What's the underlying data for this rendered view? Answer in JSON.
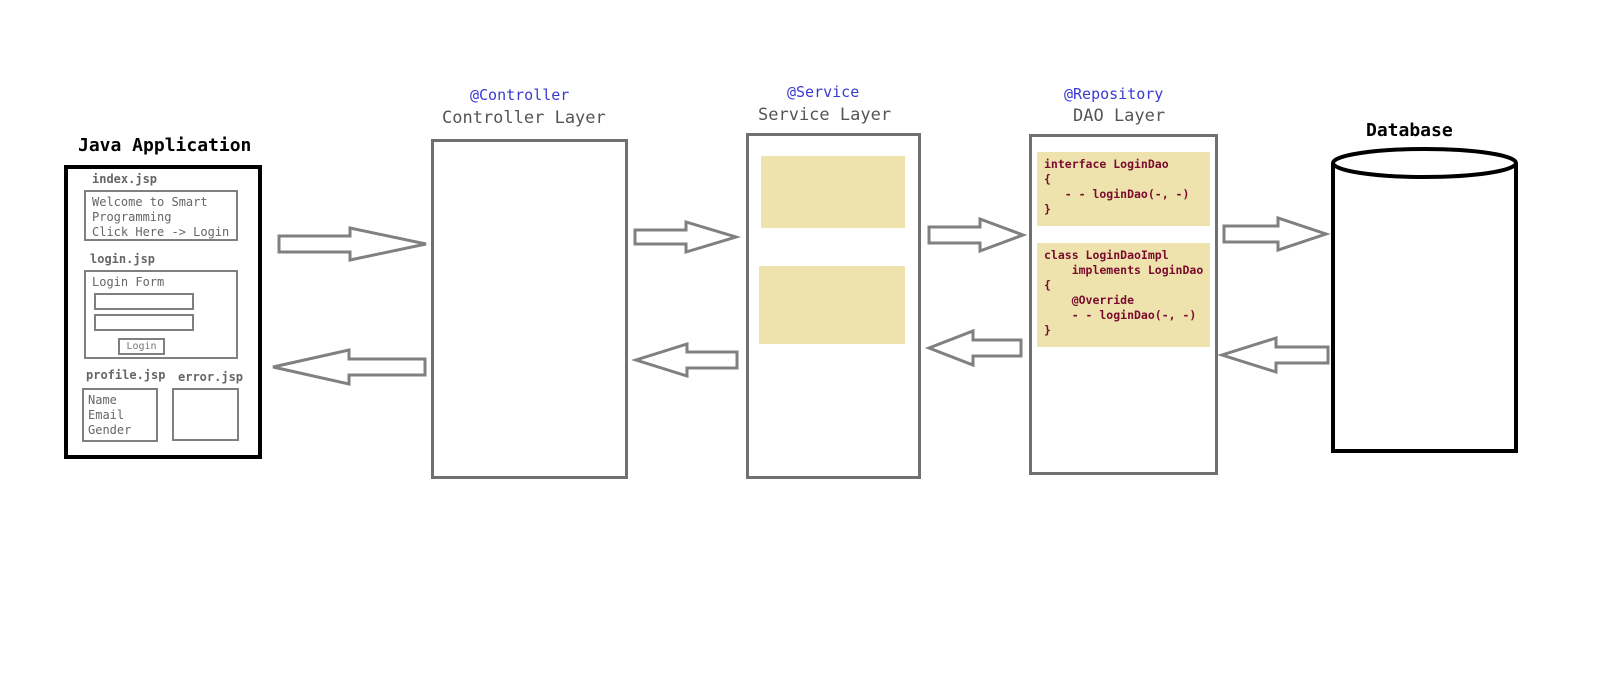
{
  "java_app": {
    "title": "Java Application",
    "index_label": "index.jsp",
    "index_lines": [
      "Welcome to Smart",
      "Programming",
      "Click Here -> Login"
    ],
    "login_label": "login.jsp",
    "login_form_title": "Login Form",
    "login_button": "Login",
    "profile_label": "profile.jsp",
    "profile_lines": [
      "Name",
      "Email",
      "Gender"
    ],
    "error_label": "error.jsp"
  },
  "controller": {
    "annotation": "@Controller",
    "title": "Controller Layer"
  },
  "service": {
    "annotation": "@Service",
    "title": "Service Layer"
  },
  "dao": {
    "annotation": "@Repository",
    "title": "DAO Layer",
    "interface_code": [
      "interface LoginDao",
      "{",
      "   - - loginDao(-, -)",
      "}"
    ],
    "impl_code": [
      "class LoginDaoImpl",
      "    implements LoginDao",
      "{",
      "    @Override",
      "    - - loginDao(-, -)",
      "}"
    ]
  },
  "database": {
    "title": "Database"
  },
  "colors": {
    "annotation": "#3a3ad2",
    "code_bg": "#efe3ad",
    "code_text": "#7a0a2e",
    "layer_border": "#707070",
    "arrow_stroke": "#808080"
  }
}
